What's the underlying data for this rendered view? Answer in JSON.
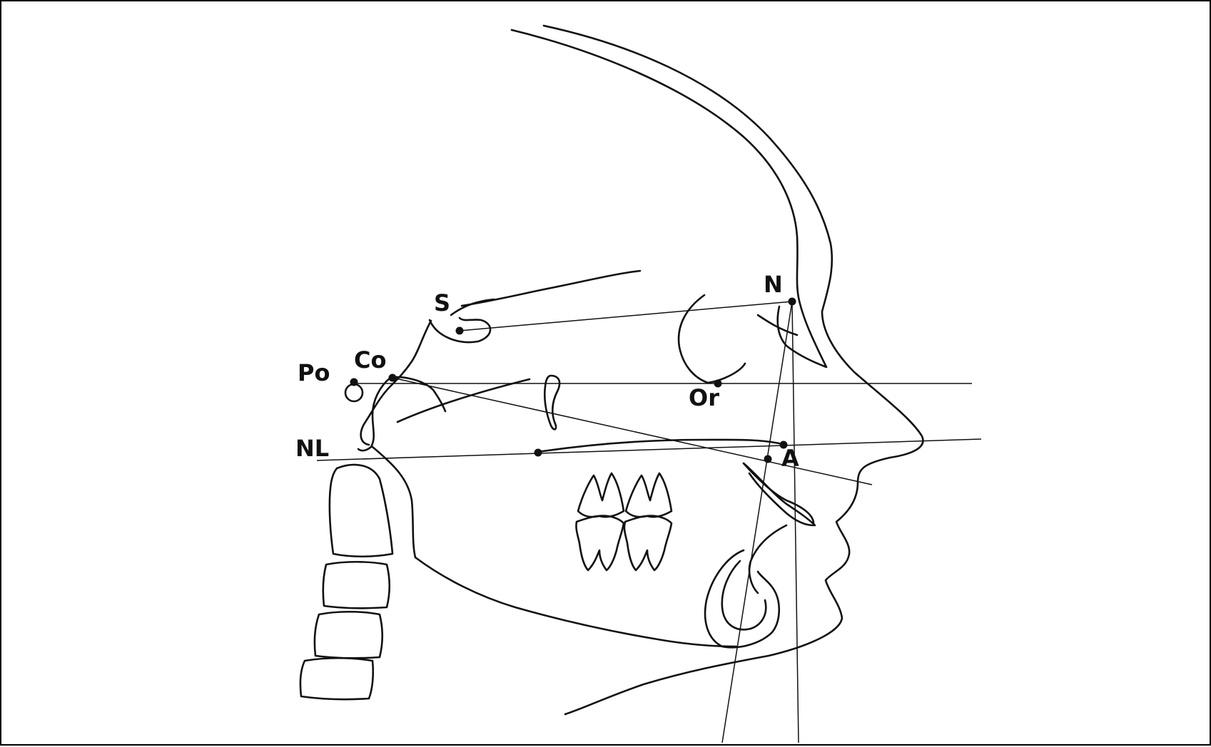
{
  "landmarks": {
    "S": "S",
    "N": "N",
    "Co": "Co",
    "Po": "Po",
    "Or": "Or",
    "NL": "NL",
    "A": "A"
  }
}
